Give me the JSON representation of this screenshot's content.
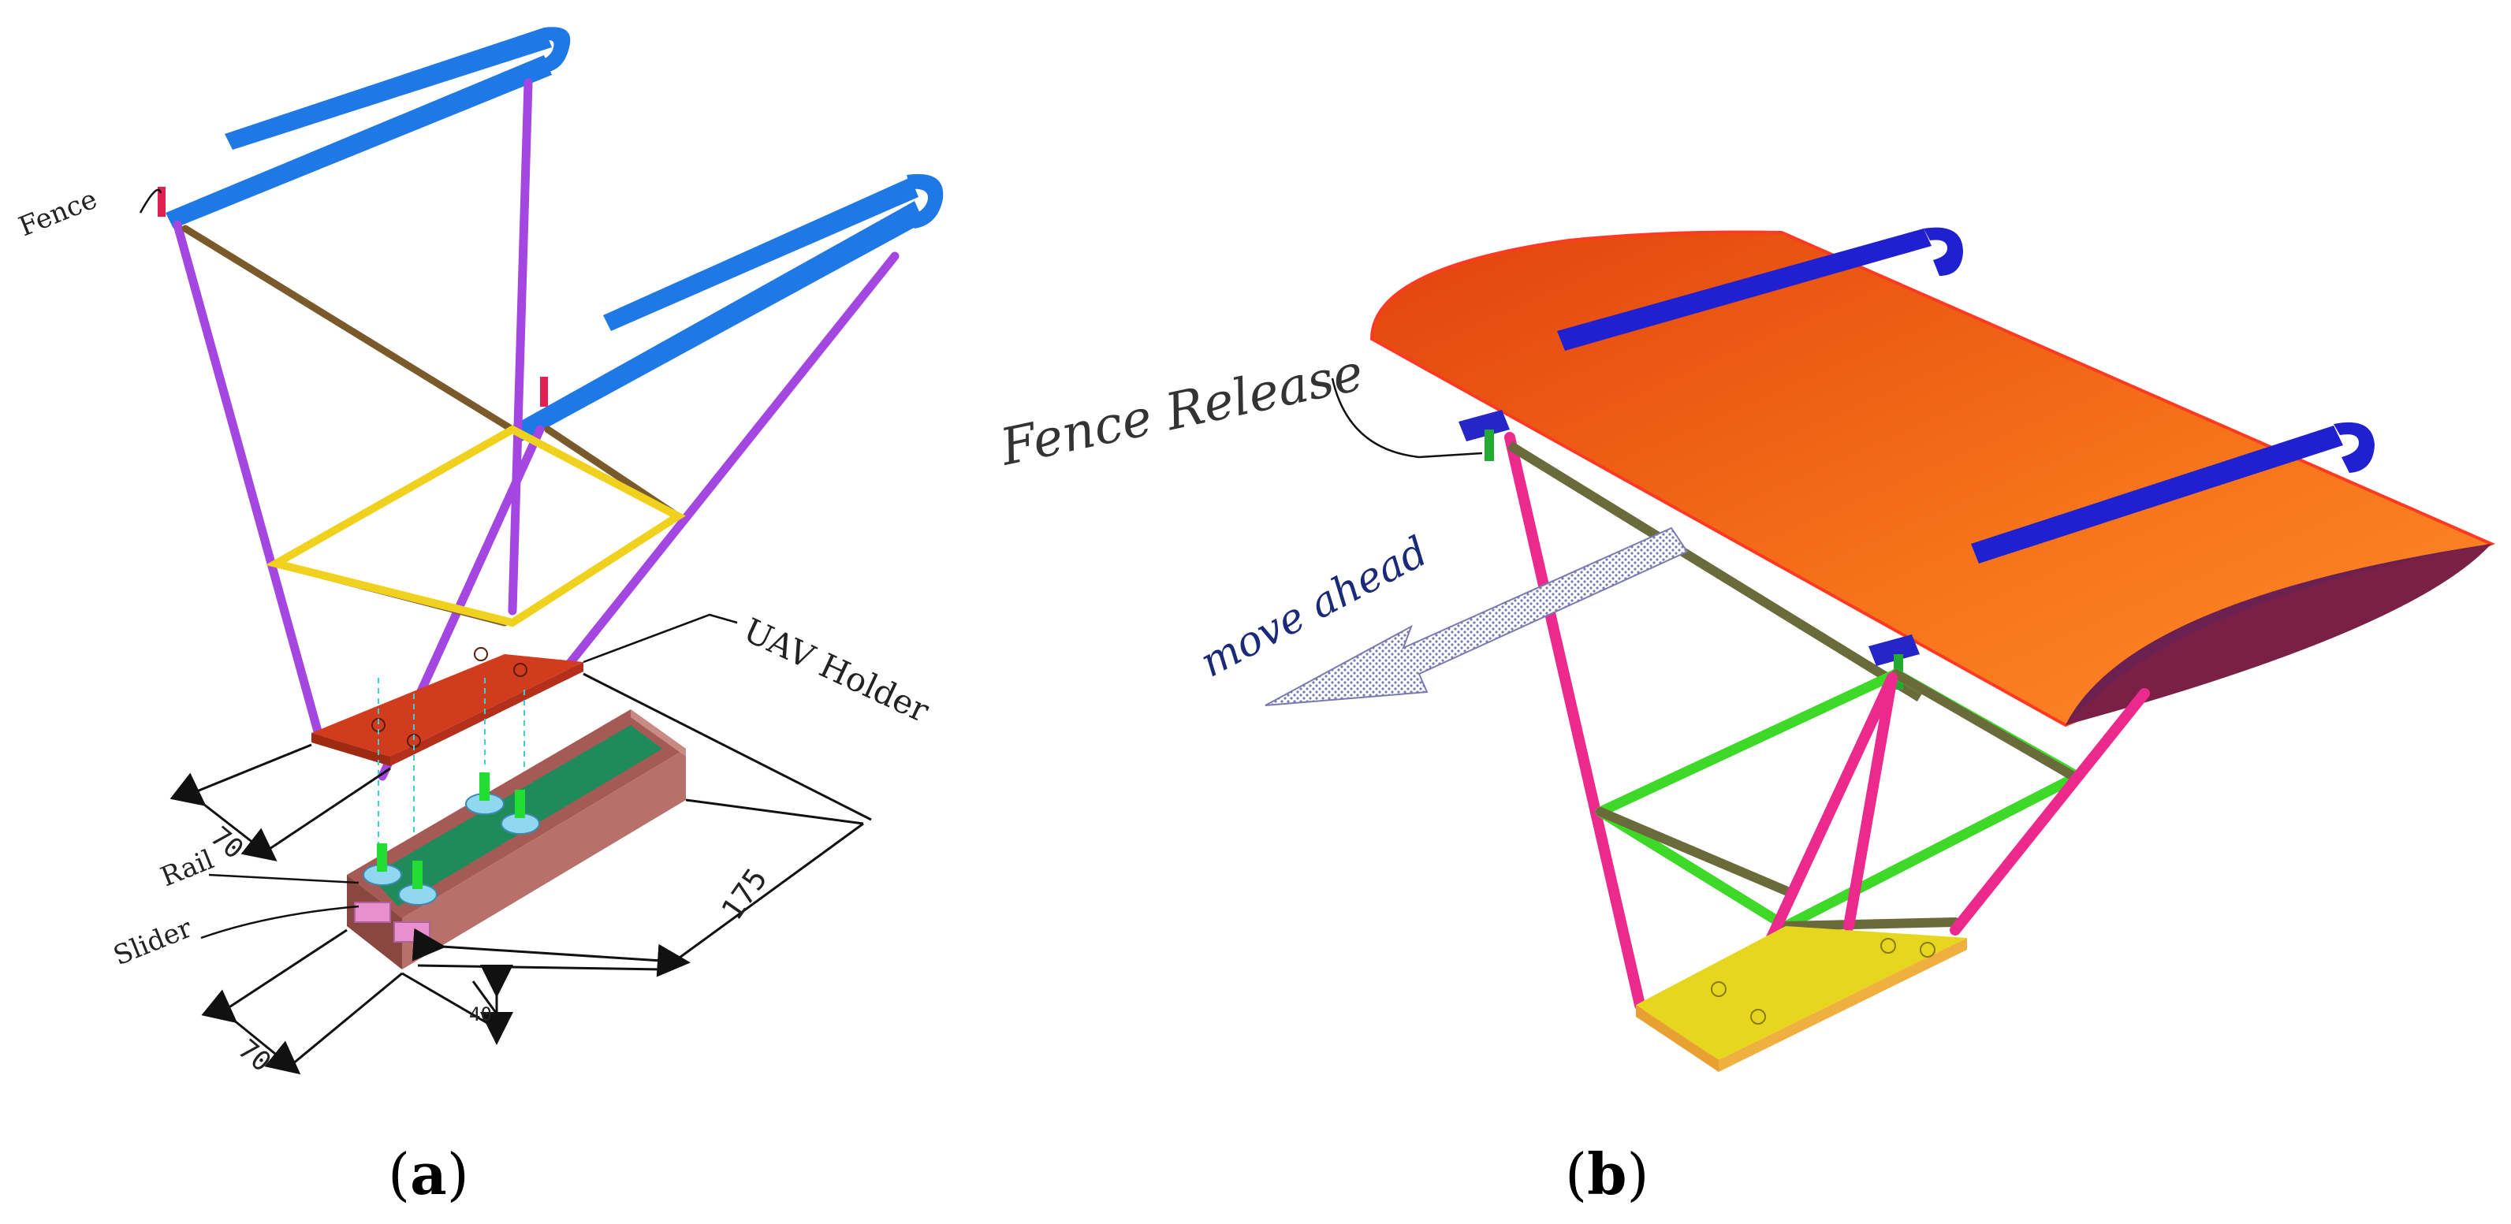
{
  "panel_a": {
    "labels": {
      "fence": "Fence",
      "uav_holder": "UAV Holder",
      "rail": "Rail",
      "slider": "Slider"
    },
    "dimensions": {
      "width_holder": "70",
      "length": "175",
      "width_rail": "70",
      "height": "40"
    },
    "caption": {
      "open": "(",
      "letter": "a",
      "close": ")"
    }
  },
  "panel_b": {
    "labels": {
      "fence_release": "Fence Release",
      "move_ahead": "move ahead"
    },
    "caption": {
      "open": "(",
      "letter": "b",
      "close": ")"
    }
  },
  "colors": {
    "fence_blue_a": "#1e78e6",
    "strut_purple": "#a446e0",
    "brace_brown": "#7a5a2a",
    "frame_yellow": "#f0d21e",
    "holder_red": "#d23c1e",
    "rail_brown": "#a65a55",
    "slider_pink": "#e88fd0",
    "rail_green": "#1f8a5a",
    "bolt_green": "#22dd33",
    "wing_orange": "#f46a10",
    "fence_blue_b": "#2020d0",
    "strut_pink": "#ec2a8e",
    "frame_green": "#3ed828",
    "brace_olive": "#6a6a3a",
    "plate_yellow": "#e6d61e"
  }
}
